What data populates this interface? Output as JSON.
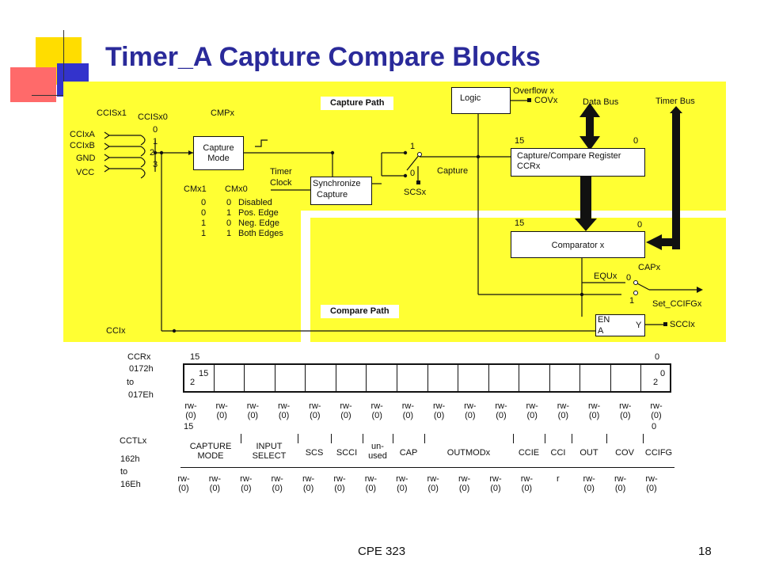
{
  "slide": {
    "title": "Timer_A Capture Compare Blocks",
    "footer_course": "CPE 323",
    "page_number": "18",
    "colors": {
      "title": "#2a2a9a",
      "panel": "#ffff33",
      "deco_yellow": "#ffdd00",
      "deco_blue": "#3333cc",
      "deco_red": "#ff6a6a"
    }
  },
  "diagram": {
    "capture_path_label": "Capture Path",
    "compare_path_label": "Compare Path",
    "ccisx1": "CCISx1",
    "ccisx0": "CCISx0",
    "cmpx": "CMPx",
    "inputs": [
      "CCIxA",
      "CCIxB",
      "GND",
      "VCC"
    ],
    "mux_indices": [
      "0",
      "1",
      "2",
      "3"
    ],
    "capture_mode_box": [
      "Capture",
      "Mode"
    ],
    "cmx1": "CMx1",
    "cmx0": "CMx0",
    "cm_table": [
      {
        "b1": "0",
        "b0": "0",
        "desc": "Disabled"
      },
      {
        "b1": "0",
        "b0": "1",
        "desc": "Pos. Edge"
      },
      {
        "b1": "1",
        "b0": "0",
        "desc": "Neg. Edge"
      },
      {
        "b1": "1",
        "b0": "1",
        "desc": "Both Edges"
      }
    ],
    "timer_clock": [
      "Timer",
      "Clock"
    ],
    "sync_box": [
      "Synchronize",
      "Capture"
    ],
    "scs_one": "1",
    "scs_zero": "0",
    "scsx": "SCSx",
    "capture_label": "Capture",
    "logic_box": "Logic",
    "overflow": "Overflow x",
    "covx": "COVx",
    "data_bus": "Data Bus",
    "timer_bus": "Timer Bus",
    "ccr_msb": "15",
    "ccr_lsb": "0",
    "ccr_box": [
      "Capture/Compare Register",
      "CCRx"
    ],
    "cmp_msb": "15",
    "cmp_lsb": "0",
    "comparator_box": "Comparator x",
    "capx": "CAPx",
    "equx": "EQUx",
    "sw_zero": "0",
    "sw_one": "1",
    "set_ccifg": "Set_CCIFGx",
    "ccix": "CCIx",
    "ena_box": [
      "EN",
      "A"
    ],
    "y_out": "Y",
    "sccix": "SCCIx"
  },
  "ccr_register": {
    "name": "CCRx",
    "addr": [
      "0172h",
      "to",
      "017Eh"
    ],
    "msb": "15",
    "lsb": "0",
    "inner_msb": [
      "2",
      "15"
    ],
    "inner_lsb": [
      "2",
      "0"
    ],
    "access": [
      [
        "rw-",
        "(0)"
      ],
      [
        "rw-",
        "(0)"
      ],
      [
        "rw-",
        "(0)"
      ],
      [
        "rw-",
        "(0)"
      ],
      [
        "rw-",
        "(0)"
      ],
      [
        "rw-",
        "(0)"
      ],
      [
        "rw-",
        "(0)"
      ],
      [
        "rw-",
        "(0)"
      ],
      [
        "rw-",
        "(0)"
      ],
      [
        "rw-",
        "(0)"
      ],
      [
        "rw-",
        "(0)"
      ],
      [
        "rw-",
        "(0)"
      ],
      [
        "rw-",
        "(0)"
      ],
      [
        "rw-",
        "(0)"
      ],
      [
        "rw-",
        "(0)"
      ],
      [
        "rw-",
        "(0)"
      ]
    ]
  },
  "cctl_register": {
    "name": "CCTLx",
    "addr": [
      "162h",
      "to",
      "16Eh"
    ],
    "msb": "15",
    "lsb": "0",
    "fields": [
      [
        "CAPTURE",
        "MODE"
      ],
      [
        "INPUT",
        "SELECT"
      ],
      [
        "SCS"
      ],
      [
        "SCCI"
      ],
      [
        "un-",
        "used"
      ],
      [
        "CAP"
      ],
      [
        "OUTMODx"
      ],
      [
        "CCIE"
      ],
      [
        "CCI"
      ],
      [
        "OUT"
      ],
      [
        "COV"
      ],
      [
        "CCIFG"
      ]
    ],
    "access": [
      [
        "rw-",
        "(0)"
      ],
      [
        "rw-",
        "(0)"
      ],
      [
        "rw-",
        "(0)"
      ],
      [
        "rw-",
        "(0)"
      ],
      [
        "rw-",
        "(0)"
      ],
      [
        "rw-",
        "(0)"
      ],
      [
        "rw-",
        "(0)"
      ],
      [
        "rw-",
        "(0)"
      ],
      [
        "rw-",
        "(0)"
      ],
      [
        "rw-",
        "(0)"
      ],
      [
        "rw-",
        "(0)"
      ],
      [
        "rw-",
        "(0)"
      ],
      [
        "r",
        ""
      ],
      [
        "rw-",
        "(0)"
      ],
      [
        "rw-",
        "(0)"
      ],
      [
        "rw-",
        "(0)"
      ]
    ]
  }
}
